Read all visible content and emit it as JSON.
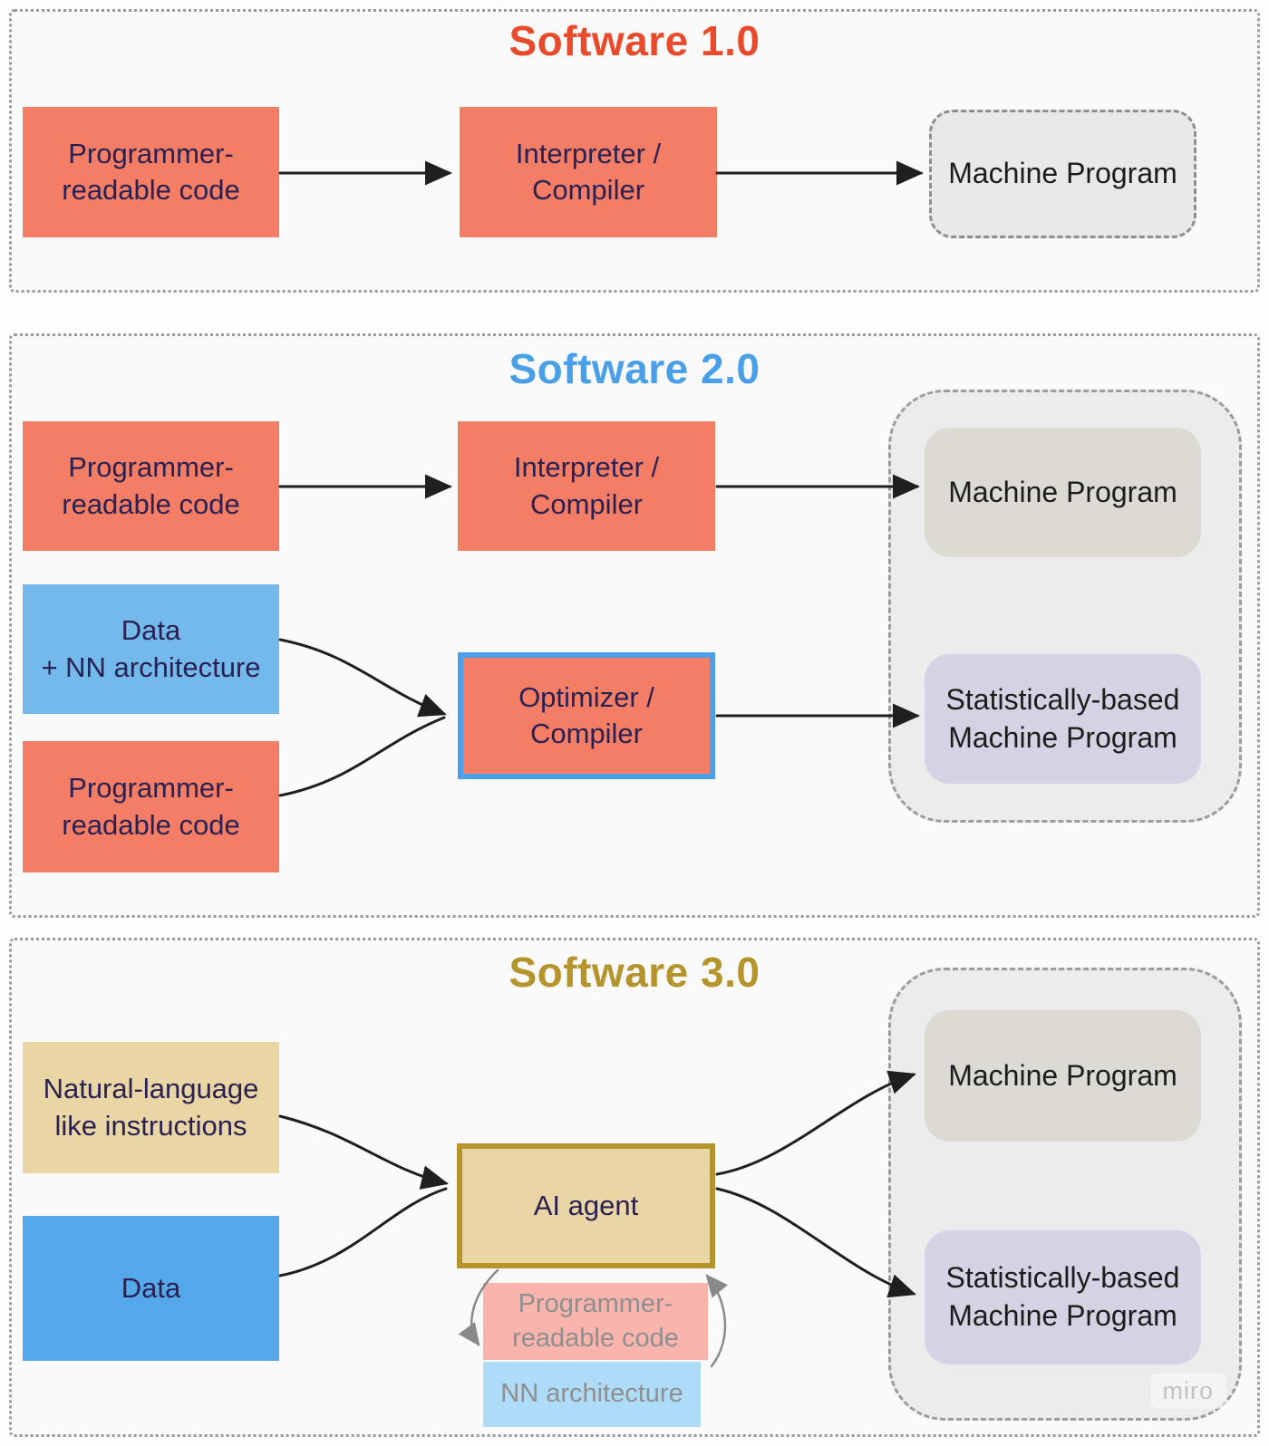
{
  "watermark": "miro",
  "colors": {
    "software1_accent": "#e84b2c",
    "software2_accent": "#4aa0e8",
    "software3_accent": "#b5952b",
    "salmon_box": "#f47d66",
    "blue_box_light": "#74b9ec",
    "blue_box": "#55a8ea",
    "tan_box": "#ead5a4",
    "faded_pink_box": "#f8b4ad",
    "faded_blue_box": "#aedcf8",
    "machine_box": "#dcdad3",
    "statistical_box": "#d4d3e4",
    "container_fill": "#ececec",
    "box_text": "#2a2153",
    "faded_text": "#8f8f8f"
  },
  "panel1": {
    "title": "Software 1.0",
    "programmer_readable_code": "Programmer-\nreadable code",
    "interpreter_compiler": "Interpreter /\nCompiler",
    "machine_program": "Machine Program"
  },
  "panel2": {
    "title": "Software 2.0",
    "programmer_readable_code": "Programmer-\nreadable code",
    "interpreter_compiler": "Interpreter /\nCompiler",
    "data_nn_architecture": "Data\n+ NN architecture",
    "programmer_readable_code_2": "Programmer-\nreadable code",
    "optimizer_compiler": "Optimizer /\nCompiler",
    "machine_program": "Machine Program",
    "statistical_machine_program": "Statistically-based\nMachine Program"
  },
  "panel3": {
    "title": "Software 3.0",
    "natural_language_instructions": "Natural-language\nlike instructions",
    "data": "Data",
    "ai_agent": "AI agent",
    "programmer_readable_code": "Programmer-\nreadable code",
    "nn_architecture": "NN architecture",
    "machine_program": "Machine Program",
    "statistical_machine_program": "Statistically-based\nMachine Program"
  }
}
